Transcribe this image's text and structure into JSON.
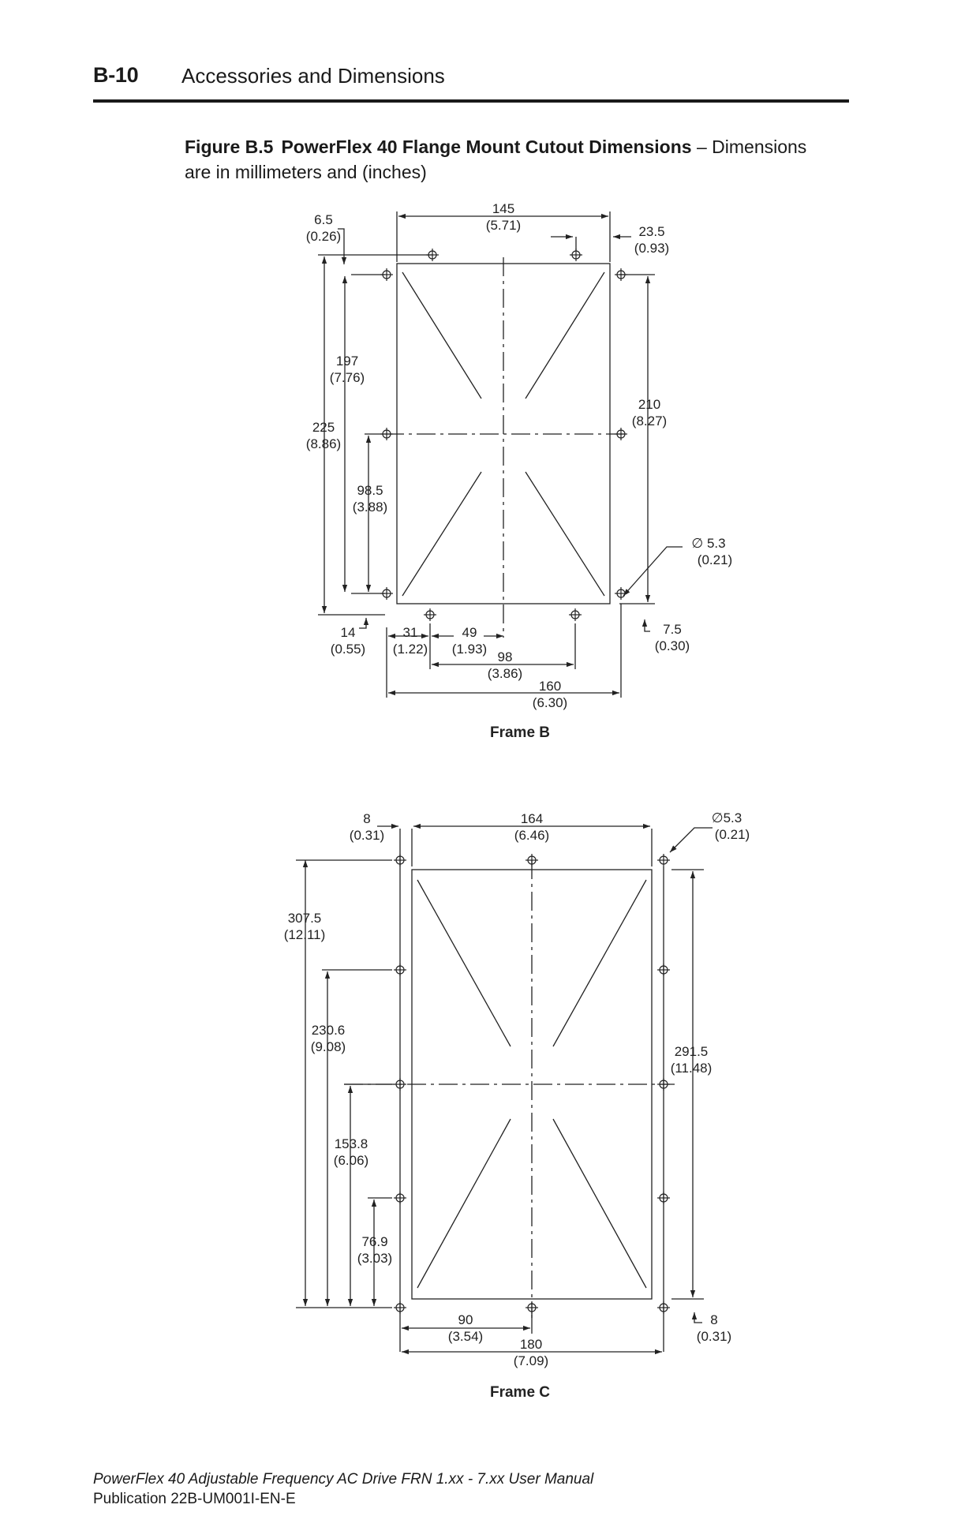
{
  "header": {
    "page_number": "B-10",
    "section_title": "Accessories and Dimensions"
  },
  "figure": {
    "number": "Figure B.5",
    "title": "PowerFlex 40 Flange Mount Cutout Dimensions",
    "note": "– Dimensions are in millimeters and (inches)"
  },
  "frame_b": {
    "label": "Frame B",
    "dims": {
      "d_6_5": [
        "6.5",
        "(0.26)"
      ],
      "d_145": [
        "145",
        "(5.71)"
      ],
      "d_23_5": [
        "23.5",
        "(0.93)"
      ],
      "d_197": [
        "197",
        "(7.76)"
      ],
      "d_225": [
        "225",
        "(8.86)"
      ],
      "d_210": [
        "210",
        "(8.27)"
      ],
      "d_98_5": [
        "98.5",
        "(3.88)"
      ],
      "d_hole": [
        "∅ 5.3",
        "(0.21)"
      ],
      "d_14": [
        "14",
        "(0.55)"
      ],
      "d_31": [
        "31",
        "(1.22)"
      ],
      "d_49": [
        "49",
        "(1.93)"
      ],
      "d_7_5": [
        "7.5",
        "(0.30)"
      ],
      "d_98": [
        "98",
        "(3.86)"
      ],
      "d_160": [
        "160",
        "(6.30)"
      ]
    }
  },
  "frame_c": {
    "label": "Frame C",
    "dims": {
      "d_8_top": [
        "8",
        "(0.31)"
      ],
      "d_164": [
        "164",
        "(6.46)"
      ],
      "d_hole": [
        "∅5.3",
        "(0.21)"
      ],
      "d_307_5": [
        "307.5",
        "(12.11)"
      ],
      "d_230_6": [
        "230.6",
        "(9.08)"
      ],
      "d_291_5": [
        "291.5",
        "(11.48)"
      ],
      "d_153_8": [
        "153.8",
        "(6.06)"
      ],
      "d_76_9": [
        "76.9",
        "(3.03)"
      ],
      "d_90": [
        "90",
        "(3.54)"
      ],
      "d_8_bottom": [
        "8",
        "(0.31)"
      ],
      "d_180": [
        "180",
        "(7.09)"
      ]
    }
  },
  "footer": {
    "manual_title": "PowerFlex 40 Adjustable Frequency AC Drive FRN 1.xx - 7.xx User Manual",
    "publication": "Publication 22B-UM001I-EN-E"
  }
}
